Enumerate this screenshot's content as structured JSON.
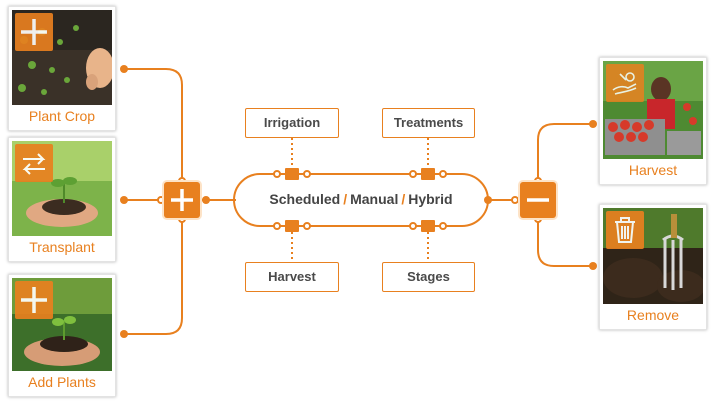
{
  "colors": {
    "accent": "#e8801f",
    "text": "#444444",
    "border": "#e8801f"
  },
  "cards_left": [
    {
      "label": "Plant Crop",
      "icon": "plus-icon"
    },
    {
      "label": "Transplant",
      "icon": "swap-arrows-icon"
    },
    {
      "label": "Add Plants",
      "icon": "plus-icon"
    }
  ],
  "cards_right": [
    {
      "label": "Harvest",
      "icon": "hand-drawn-harvest-icon"
    },
    {
      "label": "Remove",
      "icon": "trash-icon"
    }
  ],
  "hubs": {
    "left_icon": "plus-icon",
    "right_icon": "minus-icon"
  },
  "modes": {
    "scheduled": "Scheduled",
    "manual": "Manual",
    "hybrid": "Hybrid",
    "separator": "/"
  },
  "top_boxes": [
    "Irrigation",
    "Treatments"
  ],
  "bottom_boxes": [
    "Harvest",
    "Stages"
  ]
}
